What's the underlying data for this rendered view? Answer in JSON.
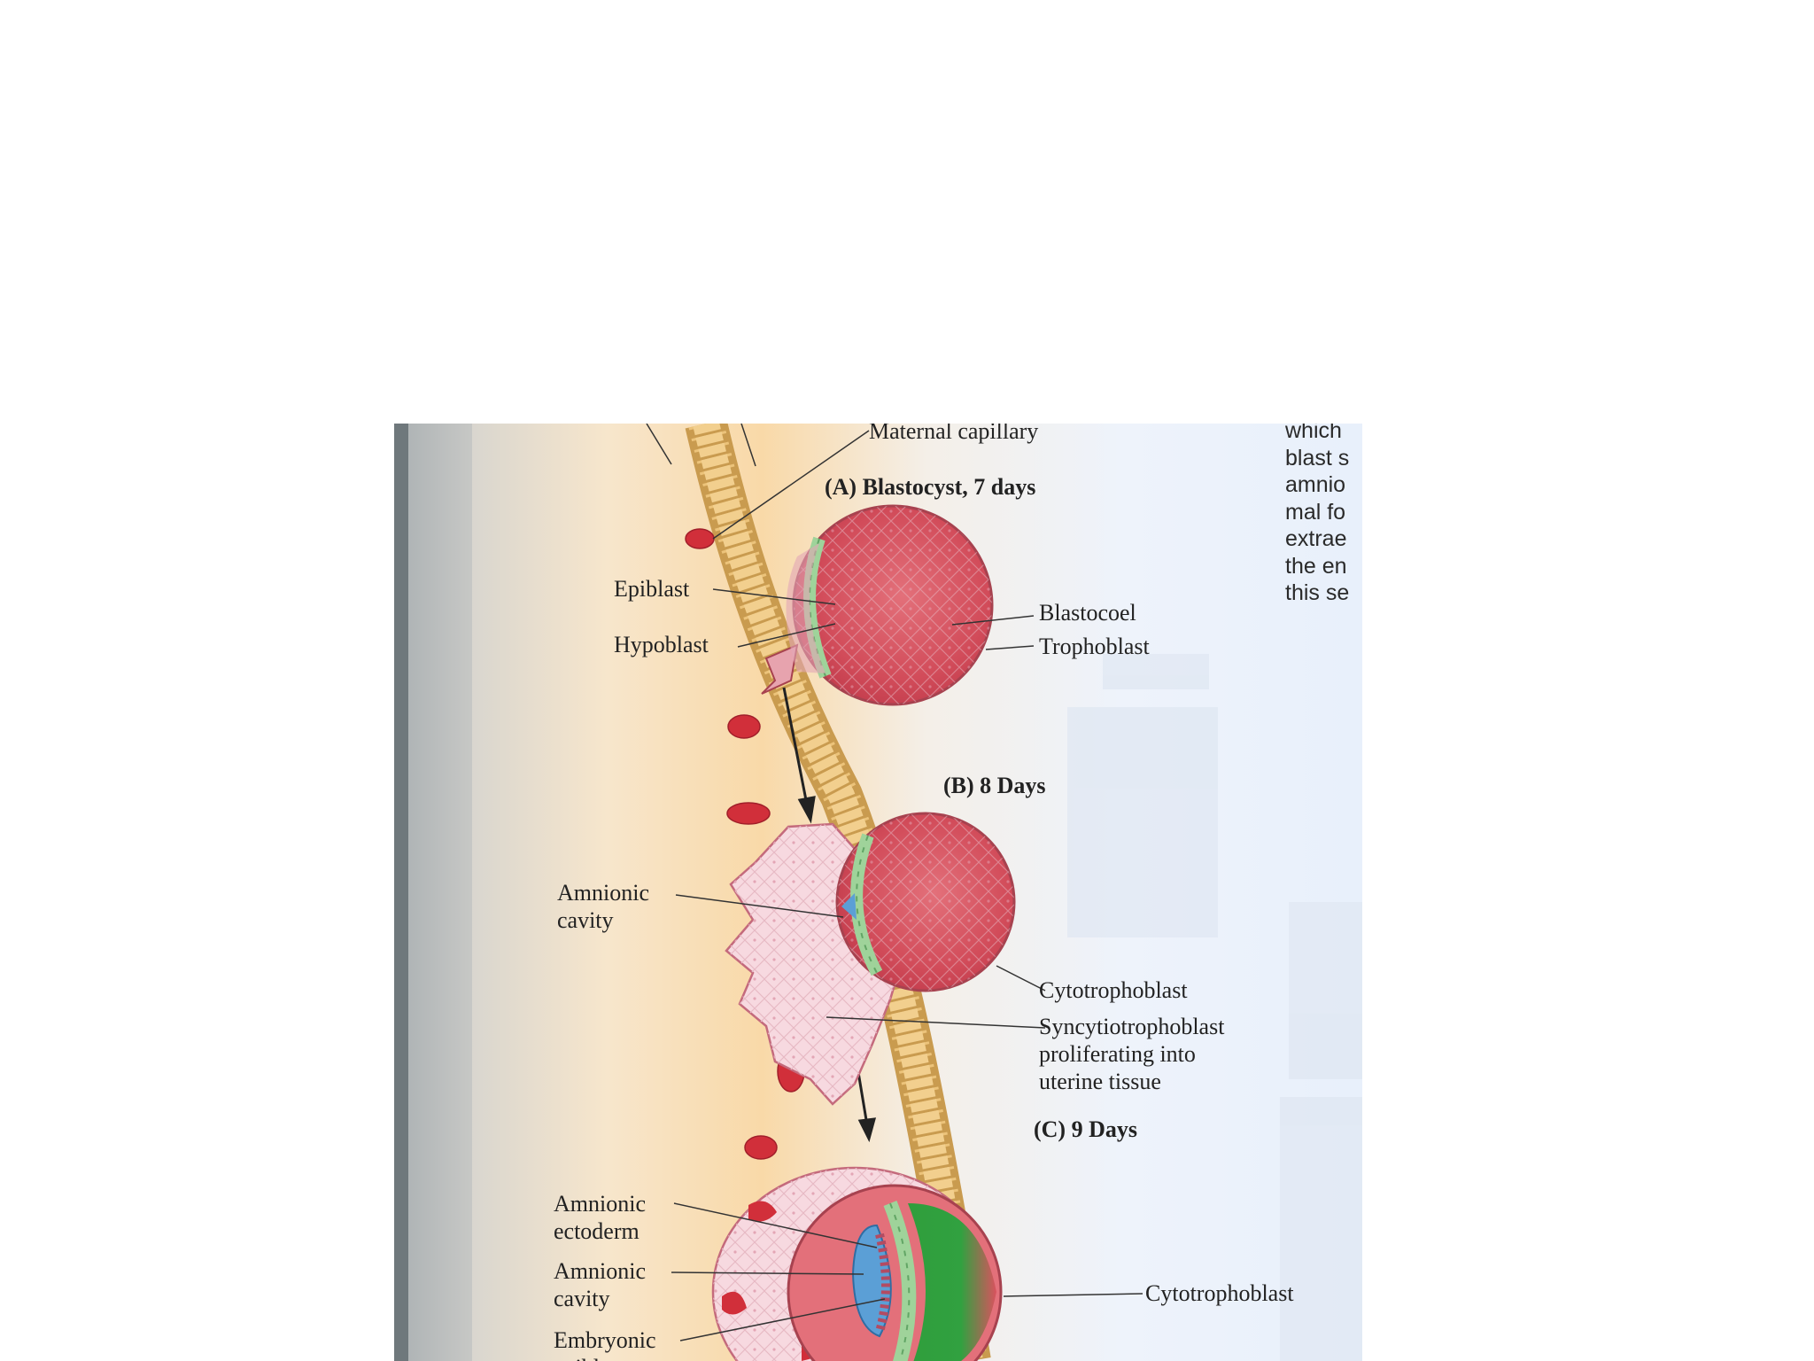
{
  "figure": {
    "stage_a": {
      "heading": "(A)  Blastocyst, 7 days",
      "labels": {
        "maternal_capillary": "Maternal capillary",
        "epiblast": "Epiblast",
        "hypoblast": "Hypoblast",
        "blastocoel": "Blastocoel",
        "trophoblast": "Trophoblast"
      }
    },
    "stage_b": {
      "heading": "(B)  8 Days",
      "labels": {
        "amnionic_cavity": "Amnionic\ncavity",
        "cytotrophoblast": "Cytotrophoblast",
        "syncytiotrophoblast": "Syncytiotrophoblast\nproliferating into\nuterine tissue"
      }
    },
    "stage_c": {
      "heading": "(C)  9 Days",
      "labels": {
        "amnionic_ectoderm": "Amnionic\nectoderm",
        "amnionic_cavity": "Amnionic\ncavity",
        "embryonic_epiblast": "Embryonic\nepiblast",
        "cytotrophoblast": "Cytotrophoblast"
      }
    }
  },
  "side_text_lines": [
    "which",
    "blast s",
    "amnio",
    "mal fo",
    "extrae",
    "the en",
    "this se"
  ],
  "colors": {
    "uterine_wall": "#e8c27a",
    "blastocoel": "#d9525e",
    "epiblast_band": "#9fd39a",
    "amnion": "#5b9fd6",
    "yolk_sac": "#2f9e3c",
    "syncytiotrophoblast": "#f7d9e0",
    "blood_cell": "#d12f3a"
  }
}
